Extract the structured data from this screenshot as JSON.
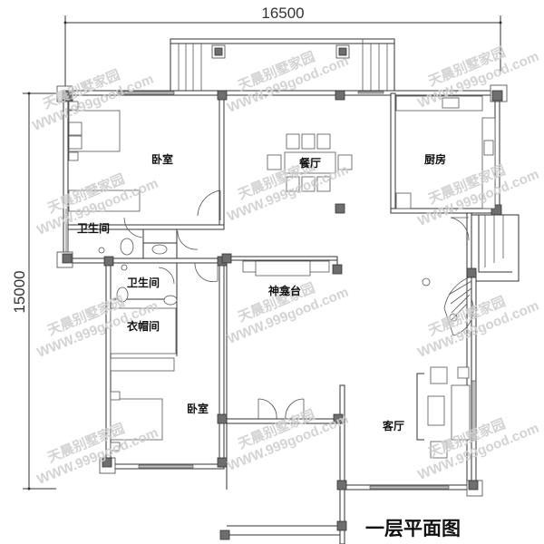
{
  "drawing": {
    "title": "一层平面图",
    "dimensions": {
      "width_label": "16500",
      "height_label": "15000"
    },
    "rooms": [
      {
        "id": "bedroom-1",
        "label": "卧室"
      },
      {
        "id": "dining",
        "label": "餐厅"
      },
      {
        "id": "kitchen",
        "label": "厨房"
      },
      {
        "id": "bathroom-1",
        "label": "卫生间"
      },
      {
        "id": "bathroom-2",
        "label": "卫生间"
      },
      {
        "id": "altar",
        "label": "神龛台"
      },
      {
        "id": "cloakroom",
        "label": "衣帽间"
      },
      {
        "id": "bedroom-2",
        "label": "卧室"
      },
      {
        "id": "living",
        "label": "客厅"
      }
    ],
    "watermark": {
      "line1": "天晨别墅家园",
      "line2": "WWW.999good.com"
    }
  },
  "colors": {
    "wall": "#333333",
    "column": "#6e6e6e",
    "window": "#bdbdbd",
    "background": "#ffffff",
    "watermark": "#cfcfcf"
  }
}
